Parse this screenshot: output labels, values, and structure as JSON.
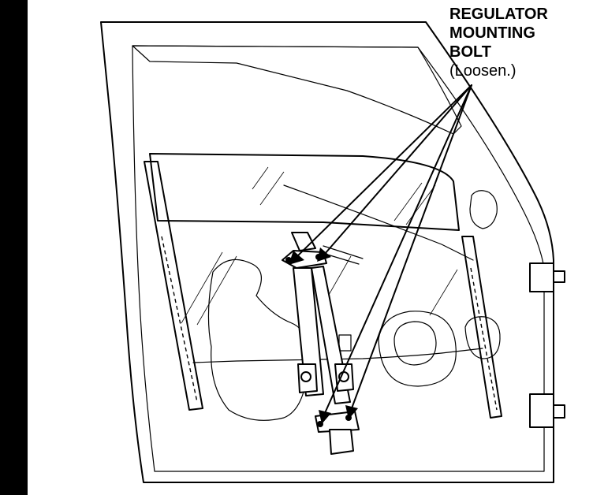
{
  "callout": {
    "line1": "REGULATOR",
    "line2": "MOUNTING",
    "line3": "BOLT",
    "line4": "(Loosen.)"
  },
  "colors": {
    "ink": "#000000",
    "paper": "#ffffff"
  },
  "icons": {
    "bolts": [
      "regulator-bolt-upper-left-icon",
      "regulator-bolt-upper-right-icon",
      "regulator-bolt-lower-left-icon",
      "regulator-bolt-lower-right-icon"
    ]
  }
}
